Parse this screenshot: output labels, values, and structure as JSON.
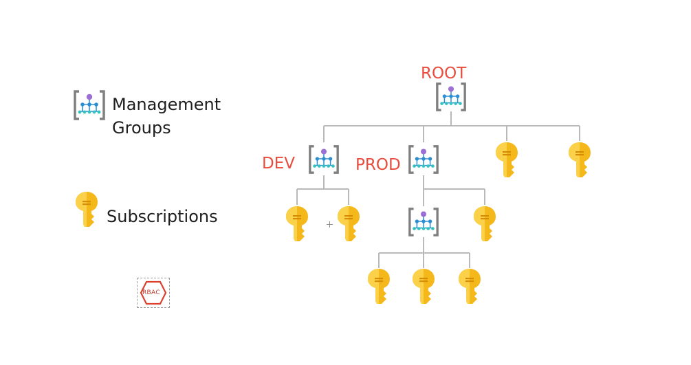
{
  "legend": {
    "management_groups_label": "Management\nGroups",
    "subscriptions_label": "Subscriptions"
  },
  "nodes": {
    "root_label": "ROOT",
    "dev_label": "DEV",
    "prod_label": "PROD"
  },
  "badge": {
    "text": "RBAC"
  },
  "icons": {
    "management_group": "management-group-icon",
    "subscription": "subscription-key-icon",
    "badge": "rbac-hexagon-icon"
  },
  "colors": {
    "label_red": "#e84c3d",
    "connector_gray": "#b9b9b9",
    "key_gold": "#f5b81b",
    "bracket_gray": "#7f7f7f",
    "node_purple": "#9b6fd4",
    "node_blue": "#2d8fd3",
    "node_teal": "#35c3c0"
  }
}
